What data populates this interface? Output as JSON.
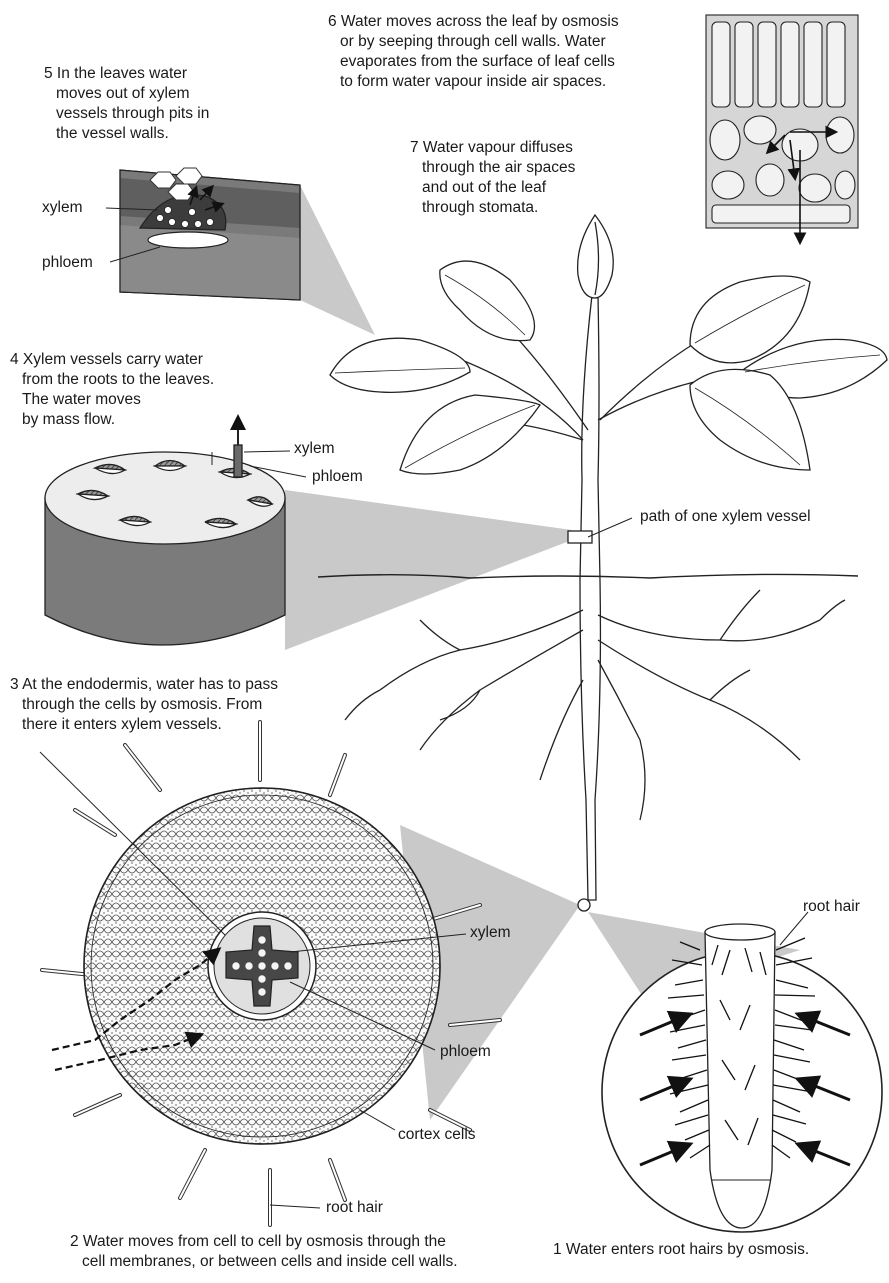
{
  "steps": {
    "s6": {
      "line1": "6 Water moves across the leaf by osmosis",
      "line2": "or by seeping through cell walls. Water",
      "line3": "evaporates from the surface of leaf cells",
      "line4": "to form water vapour inside air spaces."
    },
    "s5": {
      "line1": "5 In the leaves water",
      "line2": "moves out of xylem",
      "line3": "vessels through pits in",
      "line4": "the vessel walls."
    },
    "s7": {
      "line1": "7 Water vapour diffuses",
      "line2": "through the air spaces",
      "line3": "and out of the leaf",
      "line4": "through stomata."
    },
    "s4": {
      "line1": "4 Xylem vessels carry water",
      "line2": "from the roots to the leaves.",
      "line3": "The water moves",
      "line4": "by mass flow."
    },
    "s3": {
      "line1": "3 At the endodermis, water has to pass",
      "line2": "through the cells by osmosis. From",
      "line3": "there it enters xylem vessels."
    },
    "s2": {
      "line1": "2 Water moves from cell to cell by osmosis through the",
      "line2": "cell membranes, or between cells and inside cell walls."
    },
    "s1": {
      "line1": "1 Water enters root hairs by osmosis."
    }
  },
  "labels": {
    "leaf_xylem": "xylem",
    "leaf_phloem": "phloem",
    "stem_xylem": "xylem",
    "stem_phloem": "phloem",
    "path_vessel": "path of one xylem vessel",
    "root_xylem": "xylem",
    "root_phloem": "phloem",
    "cortex": "cortex cells",
    "root_hair_cs": "root hair",
    "root_hair_zoom": "root hair"
  }
}
